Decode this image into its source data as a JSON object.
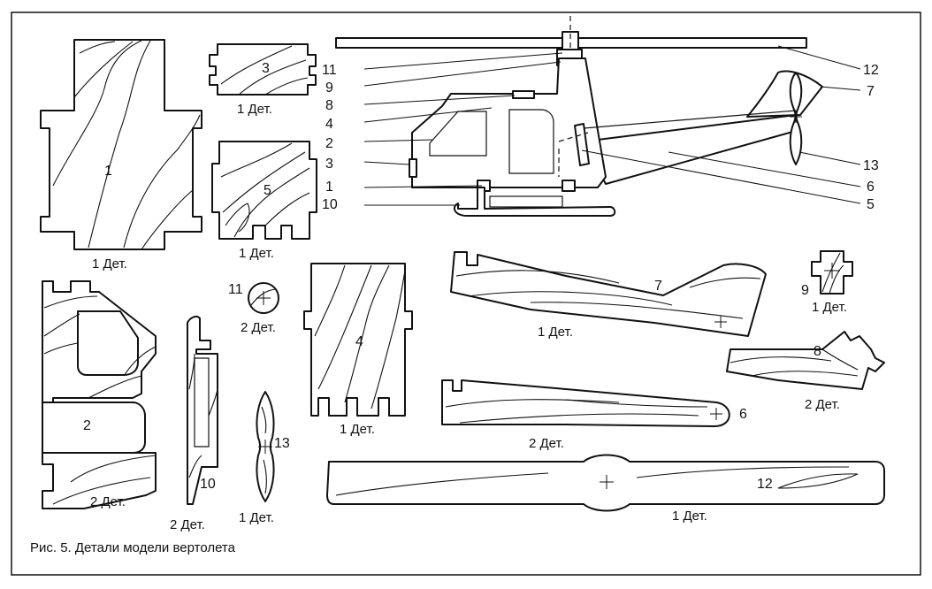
{
  "figure": {
    "caption": "Рис. 5. Детали модели вертолета",
    "part_numbers": [
      "1",
      "2",
      "3",
      "4",
      "5",
      "6",
      "7",
      "8",
      "9",
      "10",
      "11",
      "12",
      "13"
    ],
    "counts": {
      "p1": "1 Дет.",
      "p2": "2 Дет.",
      "p3": "1 Дет.",
      "p4": "1 Дет.",
      "p5": "1 Дет.",
      "p6": "2 Дет.",
      "p7": "1 Дет.",
      "p8": "2 Дет.",
      "p9": "1 Дет.",
      "p10": "2 Дет.",
      "p11": "2 Дет.",
      "p12": "1 Дет.",
      "p13": "1 Дет."
    },
    "assembly_callouts_left": [
      "11",
      "9",
      "8",
      "4",
      "2",
      "3",
      "1",
      "10"
    ],
    "assembly_callouts_right": [
      "12",
      "7",
      "13",
      "6",
      "5"
    ]
  }
}
